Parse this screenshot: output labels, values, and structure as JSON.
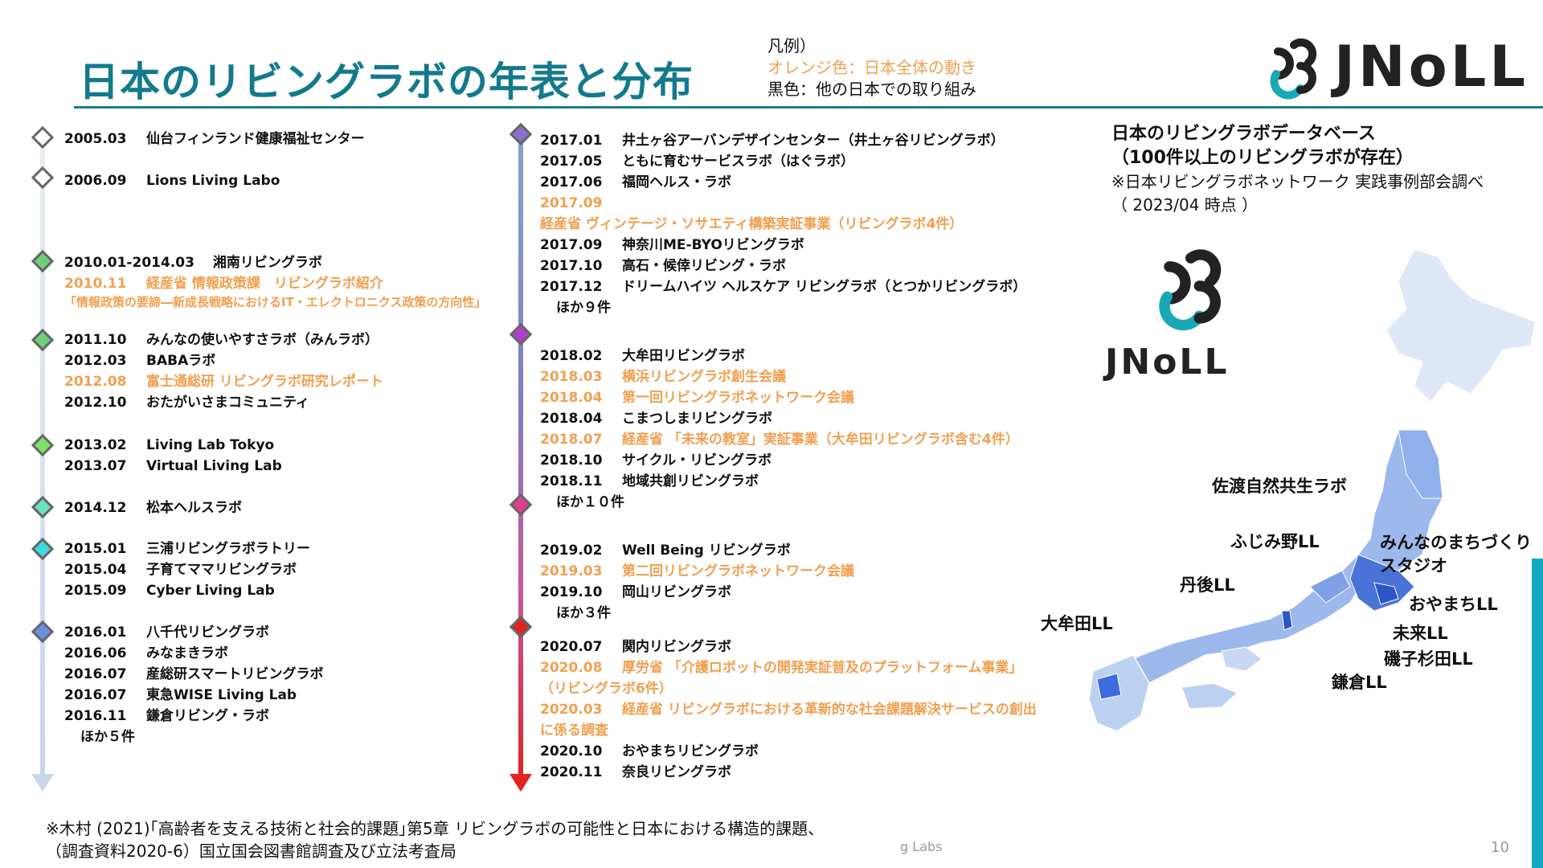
{
  "title": "日本のリビングラボの年表と分布",
  "legend": {
    "heading": "凡例）",
    "orange_line": "オレンジ色：日本全体の動き",
    "black_line": "黒色：他の日本での取り組み"
  },
  "logo": {
    "text": "JNoLL"
  },
  "left_timeline": [
    {
      "items": [
        {
          "date": "2005.03",
          "text": "仙台フィンランド健康福祉センター",
          "orange": false
        }
      ]
    },
    {
      "items": [
        {
          "date": "2006.09",
          "text": "Lions Living Labo",
          "orange": false
        }
      ]
    },
    {
      "items": [
        {
          "date": "2010.01-2014.03",
          "text": "湘南リビングラボ",
          "orange": false
        },
        {
          "date": "2010.11",
          "text": "経産省 情報政策課　リビングラボ紹介",
          "orange": true
        },
        {
          "date": "",
          "text": "「情報政策の要諦―新成長戦略におけるIT・エレクトロニクス政策の方向性」",
          "orange": true,
          "small": true
        }
      ]
    },
    {
      "items": [
        {
          "date": "2011.10",
          "text": "みんなの使いやすさラボ（みんラボ）",
          "orange": false
        },
        {
          "date": "2012.03",
          "text": "BABAラボ",
          "orange": false
        },
        {
          "date": "2012.08",
          "text": "富士通総研 リビングラボ研究レポート",
          "orange": true
        },
        {
          "date": "2012.10",
          "text": "おたがいさまコミュニティ",
          "orange": false
        }
      ]
    },
    {
      "items": [
        {
          "date": "2013.02",
          "text": "Living Lab Tokyo",
          "orange": false
        },
        {
          "date": "2013.07",
          "text": "Virtual Living Lab",
          "orange": false
        }
      ]
    },
    {
      "items": [
        {
          "date": "2014.12",
          "text": "松本ヘルスラボ",
          "orange": false
        }
      ]
    },
    {
      "items": [
        {
          "date": "2015.01",
          "text": "三浦リビングラボラトリー",
          "orange": false
        },
        {
          "date": "2015.04",
          "text": "子育てママリビングラボ",
          "orange": false
        },
        {
          "date": "2015.09",
          "text": "Cyber Living Lab",
          "orange": false
        }
      ]
    },
    {
      "items": [
        {
          "date": "2016.01",
          "text": "八千代リビングラボ",
          "orange": false
        },
        {
          "date": "2016.06",
          "text": "みなまきラボ",
          "orange": false
        },
        {
          "date": "2016.07",
          "text": "産総研スマートリビングラボ",
          "orange": false
        },
        {
          "date": "2016.07",
          "text": "東急WISE Living Lab",
          "orange": false
        },
        {
          "date": "2016.11",
          "text": "鎌倉リビング・ラボ",
          "orange": false
        },
        {
          "date": "",
          "text": "ほか５件",
          "orange": false
        }
      ]
    }
  ],
  "right_timeline": [
    {
      "items": [
        {
          "date": "2017.01",
          "text": "井土ヶ谷アーバンデザインセンター（井土ヶ谷リビングラボ）",
          "orange": false
        },
        {
          "date": "2017.05",
          "text": "ともに育むサービスラボ（はぐラボ）",
          "orange": false
        },
        {
          "date": "2017.06",
          "text": "福岡ヘルス・ラボ",
          "orange": false
        },
        {
          "date": "2017.09",
          "text": "経産省 ヴィンテージ・ソサエティ構築実証事業（リビングラボ4件）",
          "orange": true
        },
        {
          "date": "2017.09",
          "text": "神奈川ME-BYOリビングラボ",
          "orange": false
        },
        {
          "date": "2017.10",
          "text": "高石・候倖リビング・ラボ",
          "orange": false
        },
        {
          "date": "2017.12",
          "text": "ドリームハイツ ヘルスケア リビングラボ（とつかリビングラボ）",
          "orange": false
        },
        {
          "date": "",
          "text": "ほか９件",
          "orange": false
        }
      ]
    },
    {
      "items": [
        {
          "date": "2018.02",
          "text": "大牟田リビングラボ",
          "orange": false
        },
        {
          "date": "2018.03",
          "text": "横浜リビングラボ創生会議",
          "orange": true
        },
        {
          "date": "2018.04",
          "text": "第一回リビングラボネットワーク会議",
          "orange": true
        },
        {
          "date": "2018.04",
          "text": "こまつしまリビングラボ",
          "orange": false
        },
        {
          "date": "2018.07",
          "text": "経産省 「未来の教室」実証事業（大牟田リビングラボ含む4件）",
          "orange": true
        },
        {
          "date": "2018.10",
          "text": "サイクル・リビングラボ",
          "orange": false
        },
        {
          "date": "2018.11",
          "text": "地域共創リビングラボ",
          "orange": false
        },
        {
          "date": "",
          "text": "ほか１０件",
          "orange": false
        }
      ]
    },
    {
      "items": [
        {
          "date": "2019.02",
          "text": "Well Being リビングラボ",
          "orange": false
        },
        {
          "date": "2019.03",
          "text": "第二回リビングラボネットワーク会議",
          "orange": true
        },
        {
          "date": "2019.10",
          "text": "岡山リビングラボ",
          "orange": false
        },
        {
          "date": "",
          "text": "ほか３件",
          "orange": false
        }
      ]
    },
    {
      "items": [
        {
          "date": "2020.07",
          "text": "関内リビングラボ",
          "orange": false
        },
        {
          "date": "2020.08",
          "text": "厚労省 「介護ロボットの開発実証普及のプラットフォーム事業」（リビングラボ6件）",
          "orange": true
        },
        {
          "date": "2020.03",
          "text": "経産省 リビングラボにおける革新的な社会課題解決サービスの創出に係る調査",
          "orange": true
        },
        {
          "date": "2020.10",
          "text": "おやまちリビングラボ",
          "orange": false
        },
        {
          "date": "2020.11",
          "text": "奈良リビングラボ",
          "orange": false
        }
      ]
    }
  ],
  "database": {
    "title_line1": "日本のリビングラボデータベース",
    "title_line2": "（100件以上のリビングラボが存在）",
    "note_line1": "※日本リビングラボネットワーク 実践事例部会調べ",
    "note_line2": "（ 2023/04  時点 ）"
  },
  "map_labels": {
    "sado": "佐渡自然共生ラボ",
    "fujimino": "ふじみ野LL",
    "minnano": "みんなのまちづくり",
    "minnano2": "スタジオ",
    "tango": "丹後LL",
    "oyamachi": "おやまちLL",
    "omuta": "大牟田LL",
    "mirai": "未来LL",
    "isogo": "磯子杉田LL",
    "kamakura": "鎌倉LL"
  },
  "footnote": {
    "line1": "※木村 (2021)｢高齢者を支える技術と社会的課題｣第5章 リビングラボの可能性と日本における構造的課題、",
    "line2": "（調査資料2020-6）国立国会図書館調査及び立法考査局"
  },
  "footer_text": "g Labs",
  "page_number": "10",
  "colors": {
    "title": "#137a8c",
    "orange": "#f0a050",
    "accent": "#11a7be",
    "red": "#e32222"
  }
}
